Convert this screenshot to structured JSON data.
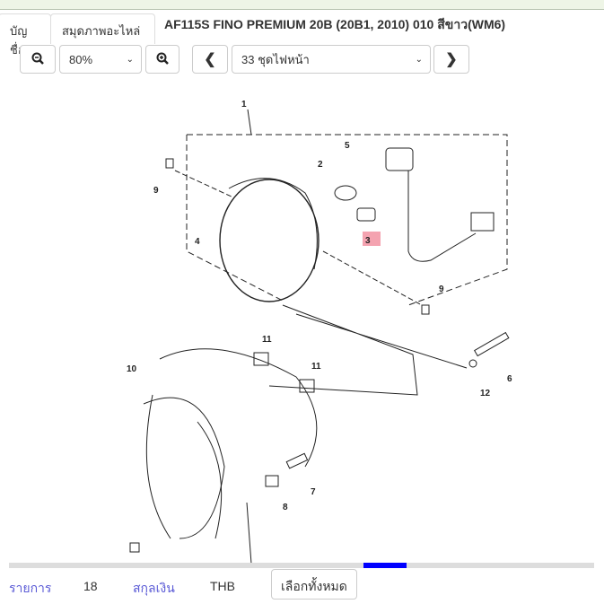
{
  "tabs": [
    {
      "label": "บัญชื่อ"
    },
    {
      "label": "สมุดภาพอะไหล่"
    }
  ],
  "title": "AF115S FINO PREMIUM 20B (20B1, 2010) 010 สีขาว(WM6)",
  "toolbar": {
    "zoom_value": "80%",
    "page_value": "33 ชุดไฟหน้า"
  },
  "diagram": {
    "callouts": [
      "1",
      "2",
      "3",
      "4",
      "5",
      "6",
      "7",
      "8",
      "9",
      "9",
      "10",
      "11",
      "11",
      "12"
    ],
    "highlight_color": "#f4a3b0"
  },
  "footer": {
    "items_label": "รายการ",
    "items_count": "18",
    "currency_label": "สกุลเงิน",
    "currency_value": "THB",
    "select_all": "เลือกทั้งหมด"
  }
}
